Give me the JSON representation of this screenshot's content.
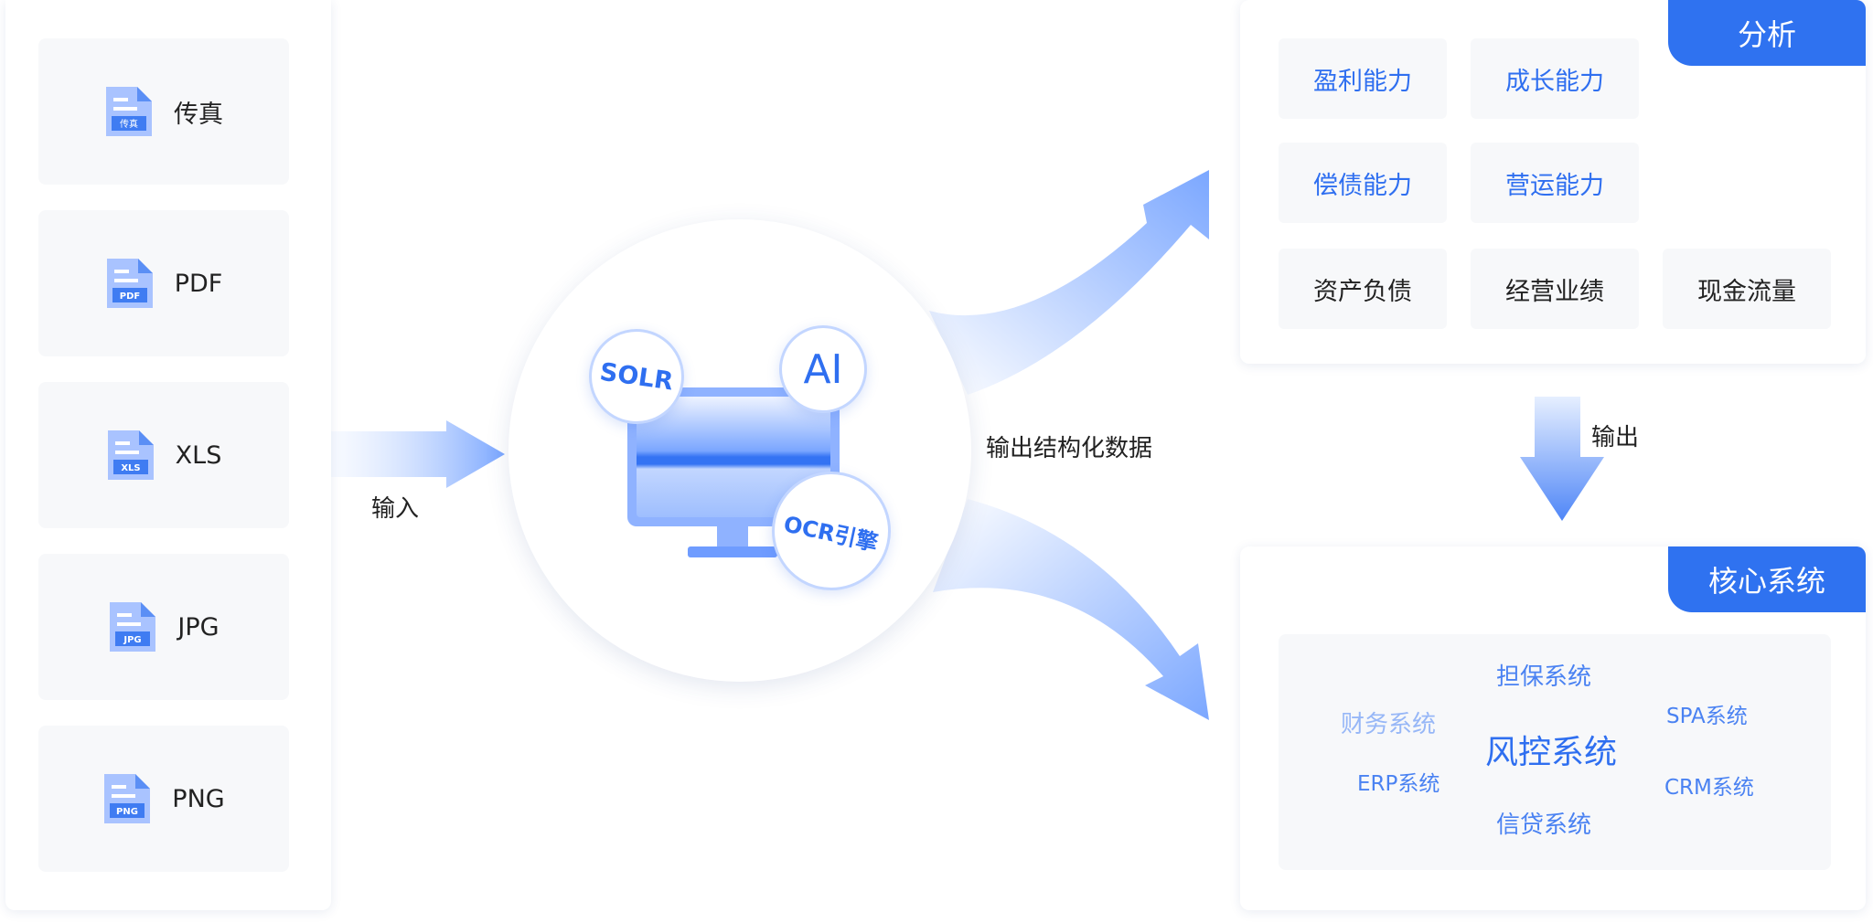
{
  "input": {
    "label": "输入",
    "files": [
      {
        "label": "传真",
        "icon_text": "传真",
        "icon": "fax-file-icon"
      },
      {
        "label": "PDF",
        "icon_text": "PDF",
        "icon": "pdf-file-icon"
      },
      {
        "label": "XLS",
        "icon_text": "XLS",
        "icon": "xls-file-icon"
      },
      {
        "label": "JPG",
        "icon_text": "JPG",
        "icon": "jpg-file-icon"
      },
      {
        "label": "PNG",
        "icon_text": "PNG",
        "icon": "png-file-icon"
      }
    ]
  },
  "engine": {
    "badges": {
      "solr": "SOLR",
      "ai": "AI",
      "ocr": "OCR引擎"
    },
    "output_label": "输出结构化数据"
  },
  "analysis": {
    "title": "分析",
    "metrics": [
      {
        "label": "盈利能力",
        "style": "blue"
      },
      {
        "label": "成长能力",
        "style": "blue"
      },
      {
        "label": "偿债能力",
        "style": "blue"
      },
      {
        "label": "营运能力",
        "style": "blue"
      },
      {
        "label": "资产负债",
        "style": "dark"
      },
      {
        "label": "经营业绩",
        "style": "dark"
      },
      {
        "label": "现金流量",
        "style": "dark"
      }
    ]
  },
  "output_label": "输出",
  "core": {
    "title": "核心系统",
    "systems": {
      "guarantee": "担保系统",
      "finance": "财务系统",
      "risk": "风控系统",
      "spa": "SPA系统",
      "erp": "ERP系统",
      "crm": "CRM系统",
      "credit": "信贷系统"
    }
  },
  "colors": {
    "accent": "#2f72f0",
    "accent_text": "#2f6ff0",
    "accent_light": "#8fb4ff",
    "card_bg": "#f7f8fa"
  }
}
